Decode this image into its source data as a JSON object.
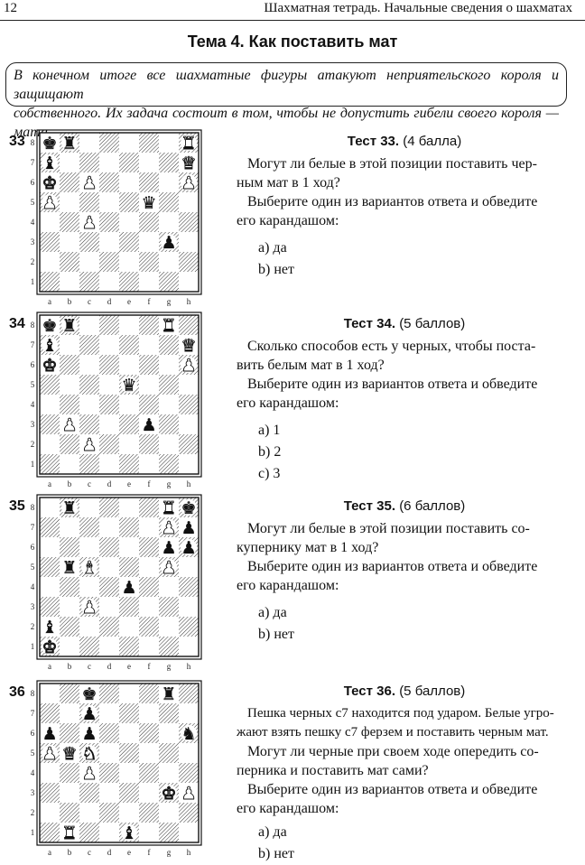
{
  "header": {
    "page_number": "12",
    "running_title": "Шахматная тетрадь. Начальные сведения о шахматах"
  },
  "topic_title": "Тема 4. Как поставить мат",
  "intro_lines": [
    "В конечном итоге все шахматные фигуры атакуют неприятельского короля и защищают",
    "собственного. Их задача состоит в том, чтобы не допустить гибели своего короля — мата."
  ],
  "files": [
    "a",
    "b",
    "c",
    "d",
    "e",
    "f",
    "g",
    "h"
  ],
  "ranks": [
    "8",
    "7",
    "6",
    "5",
    "4",
    "3",
    "2",
    "1"
  ],
  "problems": [
    {
      "number": "33",
      "title_bold": "Тест 33.",
      "points": "(4 балла)",
      "question": [
        "Могут ли белые в этой позиции поставить чер-",
        "ным мат в 1 ход?"
      ],
      "instruction": [
        "Выберите один из вариантов ответа и обведите",
        "его карандашом:"
      ],
      "options": [
        "а) да",
        "b) нет"
      ],
      "pieces": [
        {
          "sq": "a8",
          "p": "bK"
        },
        {
          "sq": "b8",
          "p": "bR"
        },
        {
          "sq": "h8",
          "p": "wR"
        },
        {
          "sq": "a7",
          "p": "bB"
        },
        {
          "sq": "h7",
          "p": "wQ"
        },
        {
          "sq": "a6",
          "p": "wK"
        },
        {
          "sq": "c6",
          "p": "wP"
        },
        {
          "sq": "h6",
          "p": "wP"
        },
        {
          "sq": "a5",
          "p": "wP"
        },
        {
          "sq": "f5",
          "p": "bQ"
        },
        {
          "sq": "c4",
          "p": "wP"
        },
        {
          "sq": "g3",
          "p": "bP"
        }
      ]
    },
    {
      "number": "34",
      "title_bold": "Тест 34.",
      "points": "(5 баллов)",
      "question": [
        "Сколько способов есть у черных, чтобы поста-",
        "вить белым мат в 1 ход?"
      ],
      "instruction": [
        "Выберите один из вариантов ответа и обведите",
        "его карандашом:"
      ],
      "options": [
        "а) 1",
        "b) 2",
        "c) 3"
      ],
      "pieces": [
        {
          "sq": "a8",
          "p": "bK"
        },
        {
          "sq": "b8",
          "p": "bR"
        },
        {
          "sq": "g8",
          "p": "wR"
        },
        {
          "sq": "a7",
          "p": "bB"
        },
        {
          "sq": "h7",
          "p": "wQ"
        },
        {
          "sq": "a6",
          "p": "wK"
        },
        {
          "sq": "h6",
          "p": "wP"
        },
        {
          "sq": "e5",
          "p": "bQ"
        },
        {
          "sq": "b3",
          "p": "wP"
        },
        {
          "sq": "f3",
          "p": "bP"
        },
        {
          "sq": "c2",
          "p": "wP"
        }
      ]
    },
    {
      "number": "35",
      "title_bold": "Тест 35.",
      "points": "(6 баллов)",
      "question": [
        "Могут ли белые в этой позиции поставить со-",
        "купернику мат в 1 ход?"
      ],
      "instruction": [
        "Выберите один из вариантов ответа и обведите",
        "его карандашом:"
      ],
      "options": [
        "а) да",
        "b) нет"
      ],
      "pieces": [
        {
          "sq": "b8",
          "p": "bR"
        },
        {
          "sq": "g8",
          "p": "wR"
        },
        {
          "sq": "h8",
          "p": "bK"
        },
        {
          "sq": "g7",
          "p": "wP"
        },
        {
          "sq": "h7",
          "p": "bP"
        },
        {
          "sq": "g6",
          "p": "bP"
        },
        {
          "sq": "h6",
          "p": "bP"
        },
        {
          "sq": "b5",
          "p": "bR"
        },
        {
          "sq": "c5",
          "p": "wB"
        },
        {
          "sq": "g5",
          "p": "wP"
        },
        {
          "sq": "e4",
          "p": "bP"
        },
        {
          "sq": "c3",
          "p": "wP"
        },
        {
          "sq": "a2",
          "p": "bB"
        },
        {
          "sq": "a1",
          "p": "wK"
        }
      ]
    },
    {
      "number": "36",
      "title_bold": "Тест 36.",
      "points": "(5 баллов)",
      "question": [
        "Пешка черных с7 находится под ударом. Белые угро-",
        "жают взять пешку с7 ферзем и поставить черным мат."
      ],
      "question2": [
        "Могут ли черные при своем ходе опередить со-",
        "перника и поставить мат сами?"
      ],
      "instruction": [
        "Выберите один из вариантов ответа и обведите",
        "его карандашом:"
      ],
      "options": [
        "а) да",
        "b) нет"
      ],
      "pieces": [
        {
          "sq": "c8",
          "p": "bK"
        },
        {
          "sq": "g8",
          "p": "bR"
        },
        {
          "sq": "c7",
          "p": "bP"
        },
        {
          "sq": "a6",
          "p": "bP"
        },
        {
          "sq": "c6",
          "p": "bP"
        },
        {
          "sq": "h6",
          "p": "bN"
        },
        {
          "sq": "a5",
          "p": "wP"
        },
        {
          "sq": "b5",
          "p": "wQ"
        },
        {
          "sq": "c5",
          "p": "wN"
        },
        {
          "sq": "c4",
          "p": "wP"
        },
        {
          "sq": "g3",
          "p": "wK"
        },
        {
          "sq": "h3",
          "p": "wP"
        },
        {
          "sq": "b1",
          "p": "wR"
        },
        {
          "sq": "e1",
          "p": "bB"
        }
      ]
    }
  ]
}
